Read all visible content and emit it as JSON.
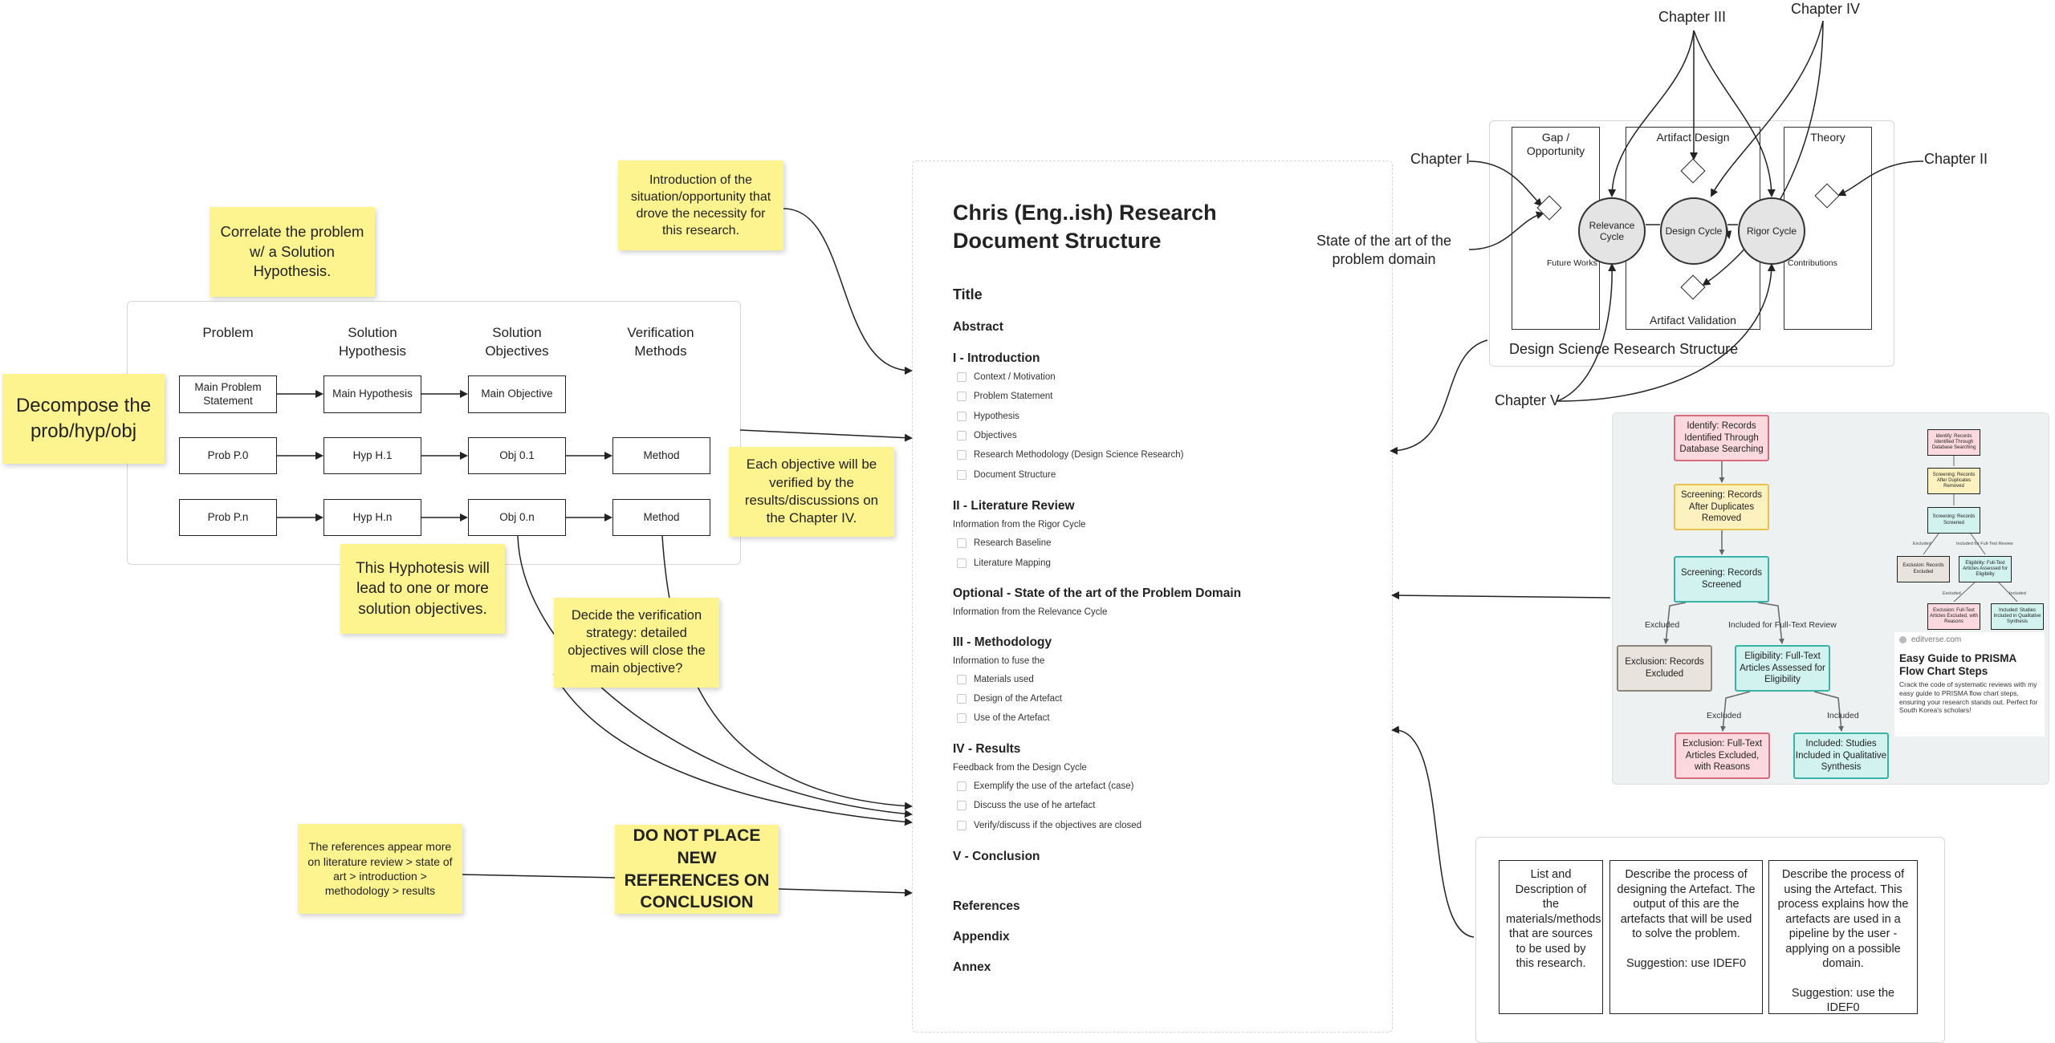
{
  "stickies": {
    "correlate": "Correlate the problem w/ a Solution Hypothesis.",
    "decompose": "Decompose the prob/hyp/obj",
    "introduction": "Introduction of the situation/opportunity that drove the necessity for this research.",
    "verified": "Each objective will be verified by the results/discussions on the Chapter IV.",
    "hypothesis_lead": "This Hyphotesis will lead to one or more solution objectives.",
    "verification_strategy": "Decide the verification strategy: detailed objectives will close the main objective?",
    "references_order": "The references appear more on literature review > state of art > introduction > methodology > results",
    "no_refs": "DO NOT PLACE NEW REFERENCES ON CONCLUSION"
  },
  "matrix": {
    "headers": [
      "Problem",
      "Solution Hypothesis",
      "Solution Objectives",
      "Verification Methods"
    ],
    "row1": [
      "Main Problem Statement",
      "Main Hypothesis",
      "Main Objective"
    ],
    "row2": [
      "Prob P.0",
      "Hyp H.1",
      "Obj 0.1",
      "Method"
    ],
    "row3": [
      "Prob P.n",
      "Hyp H.n",
      "Obj 0.n",
      "Method"
    ]
  },
  "document": {
    "title": "Chris (Eng..ish) Research Document Structure",
    "title_section": "Title",
    "abstract": "Abstract",
    "intro": {
      "heading": "I - Introduction",
      "items": [
        "Context / Motivation",
        "Problem Statement",
        "Hypothesis",
        "Objectives",
        "Research Methodology (Design Science Research)",
        "Document Structure"
      ]
    },
    "lit": {
      "heading": "II - Literature Review",
      "sub": "Information from the Rigor Cycle",
      "items": [
        "Research Baseline",
        "Literature Mapping"
      ]
    },
    "optional": {
      "heading": "Optional - State of the art of the Problem Domain",
      "sub": "Information from the Relevance Cycle"
    },
    "method": {
      "heading": "III - Methodology",
      "sub": "Information to fuse the",
      "items": [
        "Materials used",
        "Design of the Artefact",
        "Use of the Artefact"
      ]
    },
    "results": {
      "heading": "IV - Results",
      "sub": "Feedback from the Design Cycle",
      "items": [
        "Exemplify the use of the artefact (case)",
        "Discuss the use of he artefact",
        "Verify/discuss if the objectives are closed"
      ]
    },
    "conclusion": "V - Conclusion",
    "references": "References",
    "appendix": "Appendix",
    "annex": "Annex"
  },
  "dsr": {
    "caption": "Design Science Research Structure",
    "col_gap": "Gap / Opportunity",
    "col_artifact_design": "Artifact Design",
    "col_theory": "Theory",
    "artifact_validation": "Artifact Validation",
    "relevance": "Relevance Cycle",
    "design": "Design Cycle",
    "rigor": "Rigor Cycle",
    "future_works": "Future Works",
    "contributions": "Contributions",
    "ch1": "Chapter I",
    "ch2": "Chapter II",
    "ch3": "Chapter III",
    "ch4": "Chapter IV",
    "ch5": "Chapter V",
    "state_art": "State of the art of the problem domain"
  },
  "prisma": {
    "identify": "Identify: Records Identified Through Database Searching",
    "screen_dup": "Screening: Records After Duplicates Removed",
    "screened": "Screening: Records Screened",
    "excluded_lbl": "Excluded",
    "included_ft": "Included for Full-Text Review",
    "exclusion": "Exclusion: Records Excluded",
    "eligibility": "Eligibility: Full-Text Articles Assessed for Eligibility",
    "excluded_lbl2": "Excluded",
    "included_lbl": "Included",
    "exclusion_ft": "Exclusion: Full-Text Articles Excluded, with Reasons",
    "included_studies": "Included: Studies Included in Qualitative Synthesis",
    "card_source": "editverse.com",
    "card_title": "Easy Guide to PRISMA Flow Chart Steps",
    "card_desc": "Crack the code of systematic reviews with my easy guide to PRISMA flow chart steps, ensuring your research stands out. Perfect for South Korea's scholars!"
  },
  "methods_table": {
    "col1": "List and Description of the materials/methods that are sources to be used by this research.",
    "col2a": "Describe the process of designing the Artefact. The output of this are the artefacts that will be used to solve the problem.",
    "col2b": "Suggestion: use IDEF0",
    "col3a": "Describe the process of using the Artefact. This process explains how the artefacts are used in a pipeline by the user - applying on a possible domain.",
    "col3b": "Suggestion: use the IDEF0"
  }
}
